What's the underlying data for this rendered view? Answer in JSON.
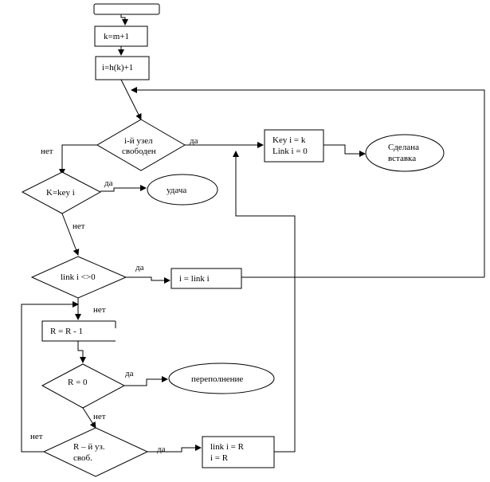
{
  "header_fragment": "                                                                                            ",
  "nodes": {
    "start": {
      "lines": []
    },
    "k_inc": {
      "lines": [
        "k=m+1"
      ]
    },
    "i_hash": {
      "lines": [
        "i=h(k)+1"
      ]
    },
    "i_free": {
      "lines": [
        "i-й узел",
        "свободен"
      ]
    },
    "insert": {
      "lines": [
        "Key i = k",
        "Link i = 0"
      ]
    },
    "done": {
      "lines": [
        "Сделана",
        "вставка"
      ]
    },
    "key_eq": {
      "lines": [
        "K=key i"
      ]
    },
    "success": {
      "lines": [
        "удача"
      ]
    },
    "link_ne0": {
      "lines": [
        "link i <>0"
      ]
    },
    "i_link": {
      "lines": [
        "i = link i"
      ]
    },
    "r_dec": {
      "lines": [
        "R = R - 1"
      ]
    },
    "r_zero": {
      "lines": [
        "R = 0"
      ]
    },
    "overflow": {
      "lines": [
        "переполнение"
      ]
    },
    "r_free": {
      "lines": [
        "R – й уз.",
        "своб."
      ]
    },
    "link_r": {
      "lines": [
        "link i = R",
        "i = R"
      ]
    }
  },
  "labels": {
    "yes": "да",
    "no": "нет"
  }
}
